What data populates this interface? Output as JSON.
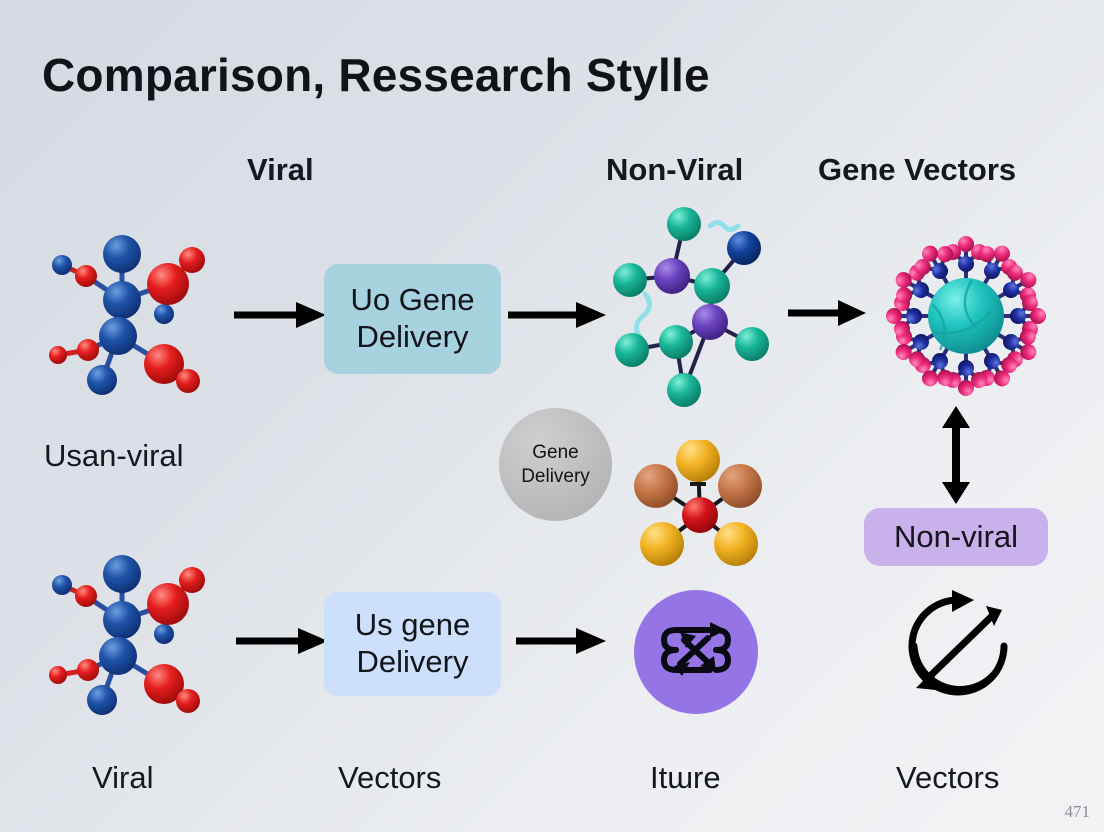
{
  "slide": {
    "title": "Comparison, Ressearch Stylle",
    "page_number": "471",
    "background_colors": {
      "top_left": "#d5dae2",
      "bottom_right": "#f2f3f5"
    }
  },
  "column_headers": [
    {
      "label": "Viral"
    },
    {
      "label": "Non-Viral"
    },
    {
      "label": "Gene Vectors"
    }
  ],
  "bottom_labels": [
    {
      "label": "Viral"
    },
    {
      "label": "Vectors"
    },
    {
      "label": "Itɯre"
    },
    {
      "label": "Vectors"
    }
  ],
  "left_column": {
    "molecule_label": "Usan-viral"
  },
  "boxes": {
    "uo_gene_delivery": {
      "line1": "Uo Gene",
      "line2": "Delivery",
      "color": "#a7d2e0"
    },
    "us_gene_delivery": {
      "line1": "Us gene",
      "line2": "Delivery",
      "color": "#ccdffb"
    },
    "non_viral": {
      "label": "Non-viral",
      "color": "#c9b1eb"
    }
  },
  "gene_delivery_circle": {
    "line1": "Gene",
    "line2": "Delivery",
    "color": "#bdbdbd"
  },
  "icons": {
    "shuffle_purple": {
      "name": "shuffle-arrows-icon",
      "circle_color": "#9574e6"
    },
    "shuffle_black": {
      "name": "circular-exchange-arrows-icon",
      "color": "#000000"
    },
    "arrow_right": {
      "name": "arrow-right-icon",
      "color": "#000000"
    },
    "arrow_vertical": {
      "name": "arrow-up-down-icon",
      "color": "#000000"
    }
  },
  "graphics": {
    "molecule_blue_red_top": {
      "name": "molecule-blue-red",
      "atom_colors": [
        "#1a4fa0",
        "#e01b1b"
      ]
    },
    "molecule_blue_red_bottom": {
      "name": "molecule-blue-red",
      "atom_colors": [
        "#1a4fa0",
        "#e01b1b"
      ]
    },
    "molecule_teal_purple": {
      "name": "molecule-teal-purple",
      "atom_colors": [
        "#1fb79a",
        "#6b43c0",
        "#12409b"
      ]
    },
    "molecule_orange_red": {
      "name": "molecule-orange-red",
      "atom_colors": [
        "#f2b322",
        "#c8784a",
        "#d4141a"
      ]
    },
    "nanoparticle": {
      "name": "nanoparticle-core-shell",
      "core_color": "#1fc4c0",
      "ligand_colors": [
        "#ec2a7a",
        "#1f2fa0"
      ]
    }
  }
}
